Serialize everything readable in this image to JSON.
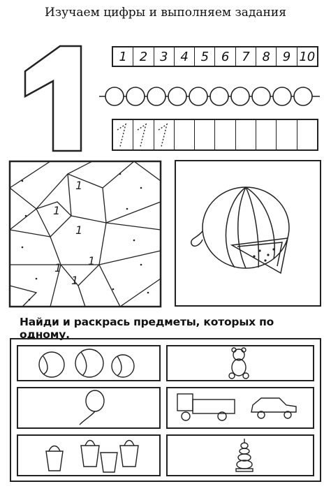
{
  "page": {
    "title": "Изучаем цифры и выполняем задания",
    "task_heading": "Найди и раскрась предметы, которых по одному."
  },
  "big_digit": "1",
  "number_row": [
    "1",
    "2",
    "3",
    "4",
    "5",
    "6",
    "7",
    "8",
    "9",
    "10"
  ],
  "bead_count": 10,
  "trace_cells": 10,
  "trace_dotted_count": 3,
  "mosaic_label_digit": "1",
  "items": [
    {
      "name": "balls",
      "count": 3
    },
    {
      "name": "teddy-bear",
      "count": 1
    },
    {
      "name": "balloon",
      "count": 1
    },
    {
      "name": "truck",
      "count": 1
    },
    {
      "name": "car",
      "count": 1
    },
    {
      "name": "sand-buckets",
      "count": 4
    },
    {
      "name": "stacking-pyramid",
      "count": 1
    }
  ]
}
